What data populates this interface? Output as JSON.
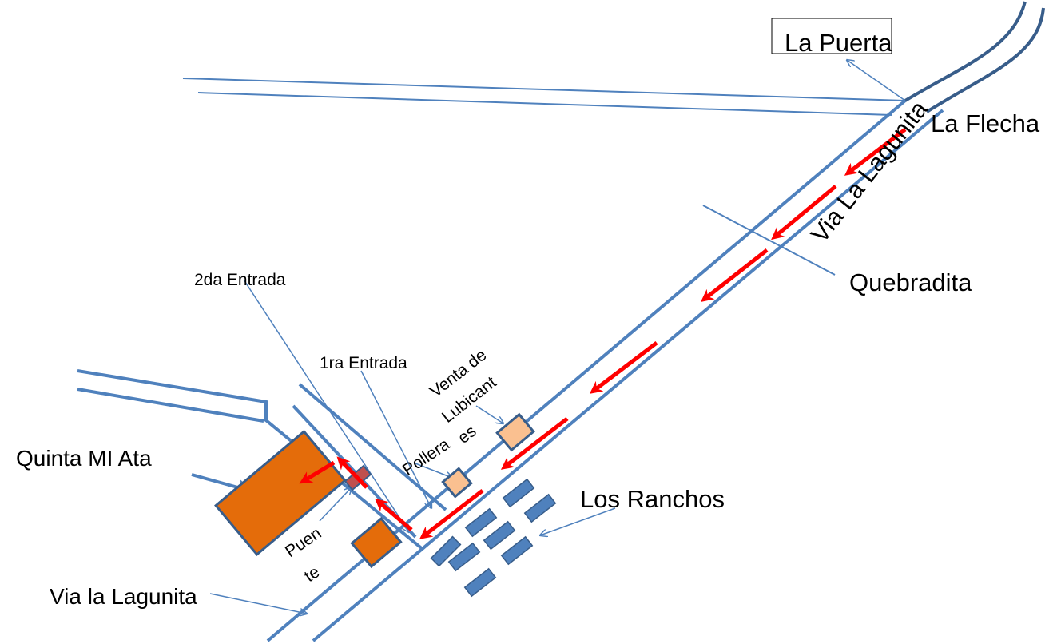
{
  "map": {
    "labels": {
      "la_puerta": "La Puerta",
      "la_flecha": "La Flecha",
      "via_la_lagunita_diag": "Via La Lagunita",
      "quebradita": "Quebradita",
      "segunda_entrada": "2da Entrada",
      "primera_entrada": "1ra Entrada",
      "venta_line1": "Venta de",
      "venta_line2": "Lubicant",
      "venta_line3": "es",
      "pollera": "Pollera",
      "quinta": "Quinta MI Ata",
      "los_ranchos": "Los Ranchos",
      "puente_line1": "Puen",
      "puente_line2": "te",
      "via_la_lagunita_bottom": "Via la Lagunita"
    },
    "colors": {
      "road": "#4f81bd",
      "road_dark": "#385d8a",
      "route_arrow": "#ff0000",
      "building_orange": "#e46c0a",
      "building_peach": "#fac090",
      "ranchos": "#4f81bd",
      "bridge": "#c0504d"
    }
  }
}
